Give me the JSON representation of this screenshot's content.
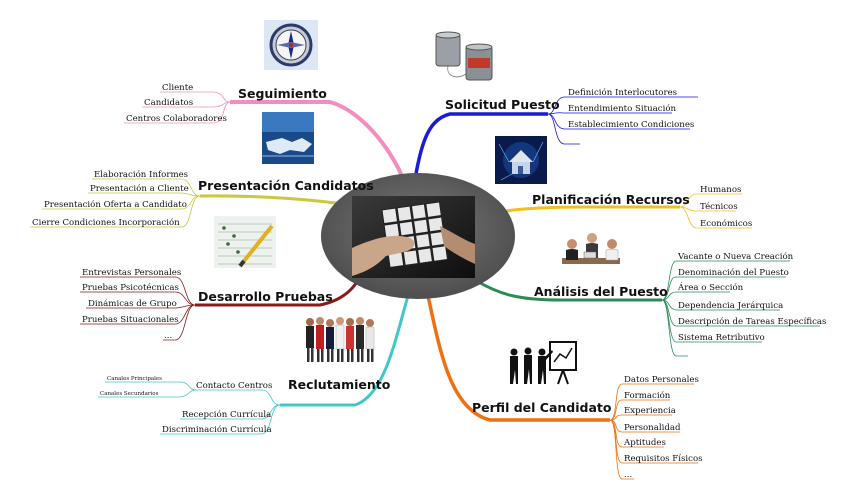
{
  "center": {
    "icon": "rubiks-cube-in-hand-photo"
  },
  "branches": {
    "seguimiento": {
      "title": "Seguimiento",
      "color": "#f48cc0",
      "icon": "compass-icon",
      "items": [
        "Cliente",
        "Candidatos",
        "Centros  Colaboradores"
      ]
    },
    "presentacion": {
      "title": "Presentación Candidatos",
      "color": "#c9c840",
      "icon": "handshake-icon",
      "items": [
        "Elaboración Informes",
        "Presentación  a Cliente",
        "Presentación Oferta  a Candidato",
        "Cierre Condiciones  Incorporación"
      ]
    },
    "desarrollo": {
      "title": "Desarrollo Pruebas",
      "color": "#8b1a1a",
      "icon": "test-sheet-pencil-icon",
      "items": [
        "Entrevistas Personales",
        "Pruebas Psicotécnicas",
        "Dinámicas de Grupo",
        "Pruebas Situacionales",
        "..."
      ]
    },
    "reclutamiento": {
      "title": "Reclutamiento",
      "color": "#40c8c8",
      "icon": "group-of-people-icon",
      "contact": {
        "label": "Contacto  Centros",
        "subitems": [
          "Canales Principales",
          "Canales Secundarios"
        ]
      },
      "items": [
        "Recepción  Currícula",
        "Discriminación Currícula"
      ]
    },
    "solicitud": {
      "title": "Solicitud Puesto",
      "color": "#1a1ad8",
      "icon": "tin-can-phone-icon",
      "items": [
        "Definición Interlocutores",
        "Entendimiento  Situación",
        "Establecimiento Condiciones",
        ""
      ]
    },
    "planificacion": {
      "title": "Planificación Recursos",
      "color": "#f0c020",
      "icon": "house-network-icon",
      "items": [
        "Humanos",
        "Técnicos",
        "Económicos"
      ]
    },
    "analisis": {
      "title": "Análisis del Puesto",
      "color": "#2e8b57",
      "icon": "office-team-icon",
      "items": [
        "Vacante o Nueva  Creación",
        "Denominación del Puesto",
        "Área o Sección",
        "Dependencia  Jerárquica",
        "Descripción de Tareas Específicas",
        "Sistema Retributivo",
        ""
      ]
    },
    "perfil": {
      "title": "Perfil del Candidato",
      "color": "#f07010",
      "icon": "presentation-silhouettes-icon",
      "items": [
        "Datos Personales",
        "Formación",
        "Experiencia",
        "Personalidad",
        "Aptitudes",
        "Requisitos Físicos",
        "..."
      ]
    }
  }
}
